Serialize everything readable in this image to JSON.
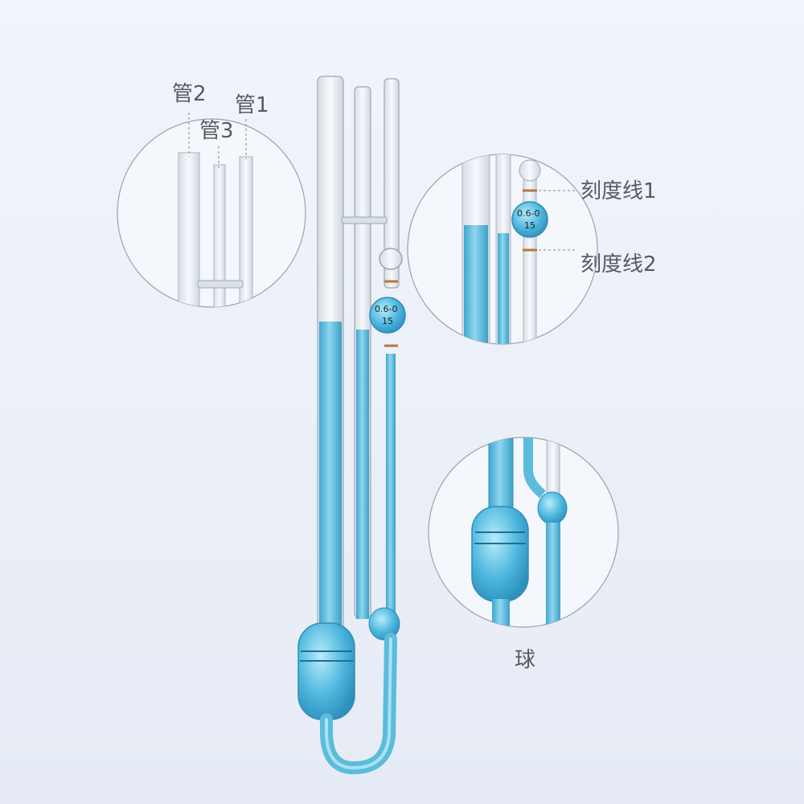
{
  "labels": {
    "tube2": "管2",
    "tube1": "管1",
    "tube3": "管3",
    "mark1": "刻度线1",
    "mark2": "刻度线2",
    "bulb": "球"
  },
  "bulb_marking": {
    "line1": "0.6-0",
    "line2": "15"
  },
  "colors": {
    "liquid": "#5bbcdc",
    "liquid_dark": "#3a9cc4",
    "glass": "#c9d2dc",
    "background": "#eaeef6"
  }
}
